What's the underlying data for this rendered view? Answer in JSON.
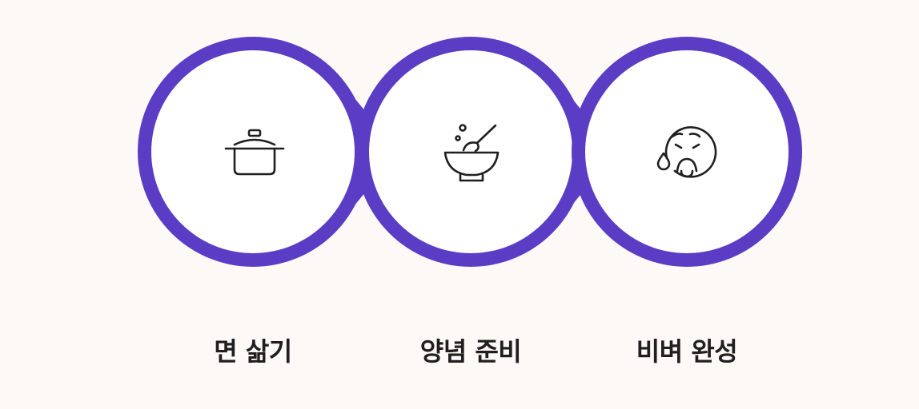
{
  "colors": {
    "background": "#fdf9f7",
    "ring": "#5b3cc4",
    "ring_inner": "#ffffff",
    "icon": "#1f1f1f",
    "text": "#1f1f1f"
  },
  "steps": [
    {
      "label": "면 삶기",
      "icon": "cooking-pot-icon"
    },
    {
      "label": "양념 준비",
      "icon": "mixing-bowl-icon"
    },
    {
      "label": "비벼 완성",
      "icon": "hot-face-icon"
    }
  ]
}
